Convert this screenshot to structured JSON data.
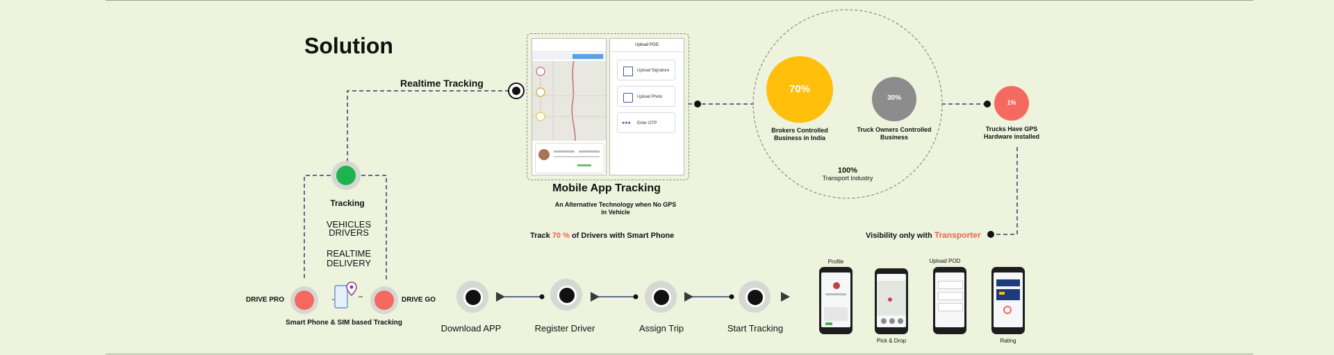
{
  "title": "Solution",
  "realtime_tracking": "Realtime Tracking",
  "tracking_label": "Tracking",
  "features": [
    "VEHICLES",
    "DRIVERS",
    "REALTIME",
    "DELIVERY"
  ],
  "drive_pro": "DRIVE PRO",
  "drive_go": "DRIVE GO",
  "sim_tracking": "Smart Phone & SIM based Tracking",
  "mobile_app_tracking": "Mobile App Tracking",
  "alt_tech": "An Alternative Technology when No GPS in Vehicle",
  "track_text": {
    "before": "Track ",
    "highlight": "70 %",
    "after": " of Drivers with Smart Phone"
  },
  "app_screen": {
    "upload_pod": "Upload POD",
    "items": [
      "Upload Signature",
      "Upload Photo",
      "Enter OTP"
    ]
  },
  "stats": {
    "brokers_value": "70%",
    "brokers_label": "Brokers Controlled Business in India",
    "owners_value": "30%",
    "owners_label": "Truck Owners Controlled Business",
    "industry_value": "100%",
    "industry_label": "Transport Industry",
    "gps_value": "1%",
    "gps_label": "Trucks Have GPS Hardware installed"
  },
  "visibility": {
    "before": "Visibility only with ",
    "highlight": "Transporter"
  },
  "steps": [
    "Download APP",
    "Register Driver",
    "Assign Trip",
    "Start Tracking"
  ],
  "phone_labels": {
    "top1": "Profile",
    "bottom2": "Pick & Drop",
    "top3": "Upload POD",
    "bottom4": "Rating"
  },
  "colors": {
    "green": "#1db34f",
    "coral": "#f56a60",
    "amber": "#ffbf0a",
    "gray": "#8c8c8c",
    "line": "#2c3e6e",
    "accent": "#f0624f"
  }
}
